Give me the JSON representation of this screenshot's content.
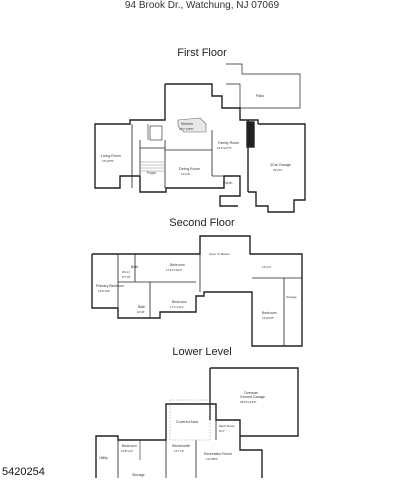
{
  "address": "94 Brook Dr., Watchung, NJ 07069",
  "floors": {
    "first": {
      "title": "First Floor",
      "rooms": {
        "patio": "Patio",
        "kitchen": "Kitchen",
        "kitchen_dim": "19'7\"x28'8\"",
        "family": "Family Room",
        "family_dim": "13'4\"x27'5\"",
        "living": "Living Room",
        "living_dim": "15'x25'5\"",
        "foyer": "Foyer",
        "dining": "Dining Room",
        "dining_dim": "11'x16'",
        "porch": "Porch",
        "garage": "3Car Garage",
        "garage_dim": "33'x24'"
      }
    },
    "second": {
      "title": "Second Floor",
      "rooms": {
        "open": "Open To Below",
        "bedroom1": "Bedroom",
        "bedroom1_dim": "17'10\"x10'0\"",
        "bath1": "Bath",
        "primary": "Primary Bedroom",
        "primary_dim": "13'6\"x26'",
        "wic": "WI-Cl",
        "wic_dim": "9'7\"x5'",
        "bath2": "Bath",
        "bath2_dim": "10'x8'",
        "bedroom2": "Bedroom",
        "bedroom2_dim": "17'1\"x11'1\"",
        "storage": "Storage",
        "bedroom3": "Bedroom",
        "bedroom3_dim": "14'x20'8\"",
        "small_dim": "11'x14'"
      }
    },
    "lower": {
      "title": "Lower Level",
      "rooms": {
        "oversize": "Oversize",
        "oversize2": "Ground Garage",
        "oversize_dim": "36'10\"x23'8\"",
        "covered": "Covered Area",
        "mech": "Mech Room",
        "mech_dim": "8'x7'",
        "utility": "Utility",
        "bedroom": "Bedroom",
        "bedroom_dim": "13'8\"x10'",
        "kitchenette": "Kitchenette",
        "kitchenette_dim": "11'7\"x6'",
        "recreation": "Recreation Room",
        "recreation_dim": "19'x38'5\"",
        "storage": "Storage"
      }
    }
  },
  "listing_id": "5420254"
}
